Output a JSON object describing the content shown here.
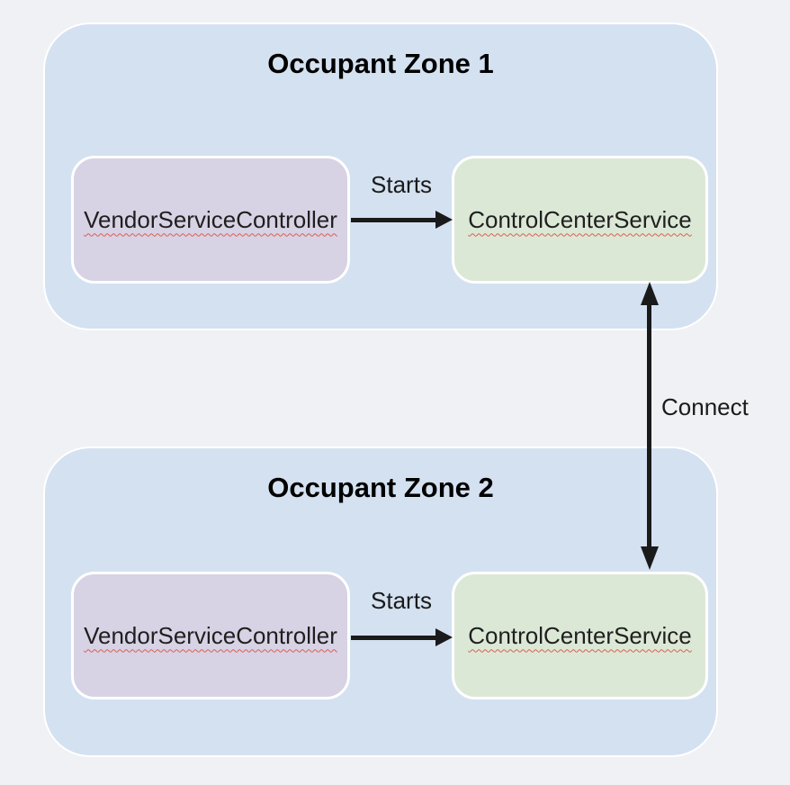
{
  "diagram": {
    "background_color": "#f0f1f4",
    "zone_fill_color": "#d4e1f1",
    "zone_border_color": "#ffffff",
    "vendor_node_fill_color": "#d7d2e4",
    "control_node_fill_color": "#dce8d6",
    "arrow_color": "#1a1a1a",
    "spellcheck_squiggle_color": "#d95f52",
    "text_color": "#1f1f1f"
  },
  "zones": [
    {
      "title": "Occupant Zone 1",
      "nodes": [
        {
          "label": "VendorServiceController"
        },
        {
          "label": "ControlCenterService"
        }
      ],
      "edge_label": "Starts"
    },
    {
      "title": "Occupant Zone 2",
      "nodes": [
        {
          "label": "VendorServiceController"
        },
        {
          "label": "ControlCenterService"
        }
      ],
      "edge_label": "Starts"
    }
  ],
  "connector": {
    "label": "Connect"
  }
}
